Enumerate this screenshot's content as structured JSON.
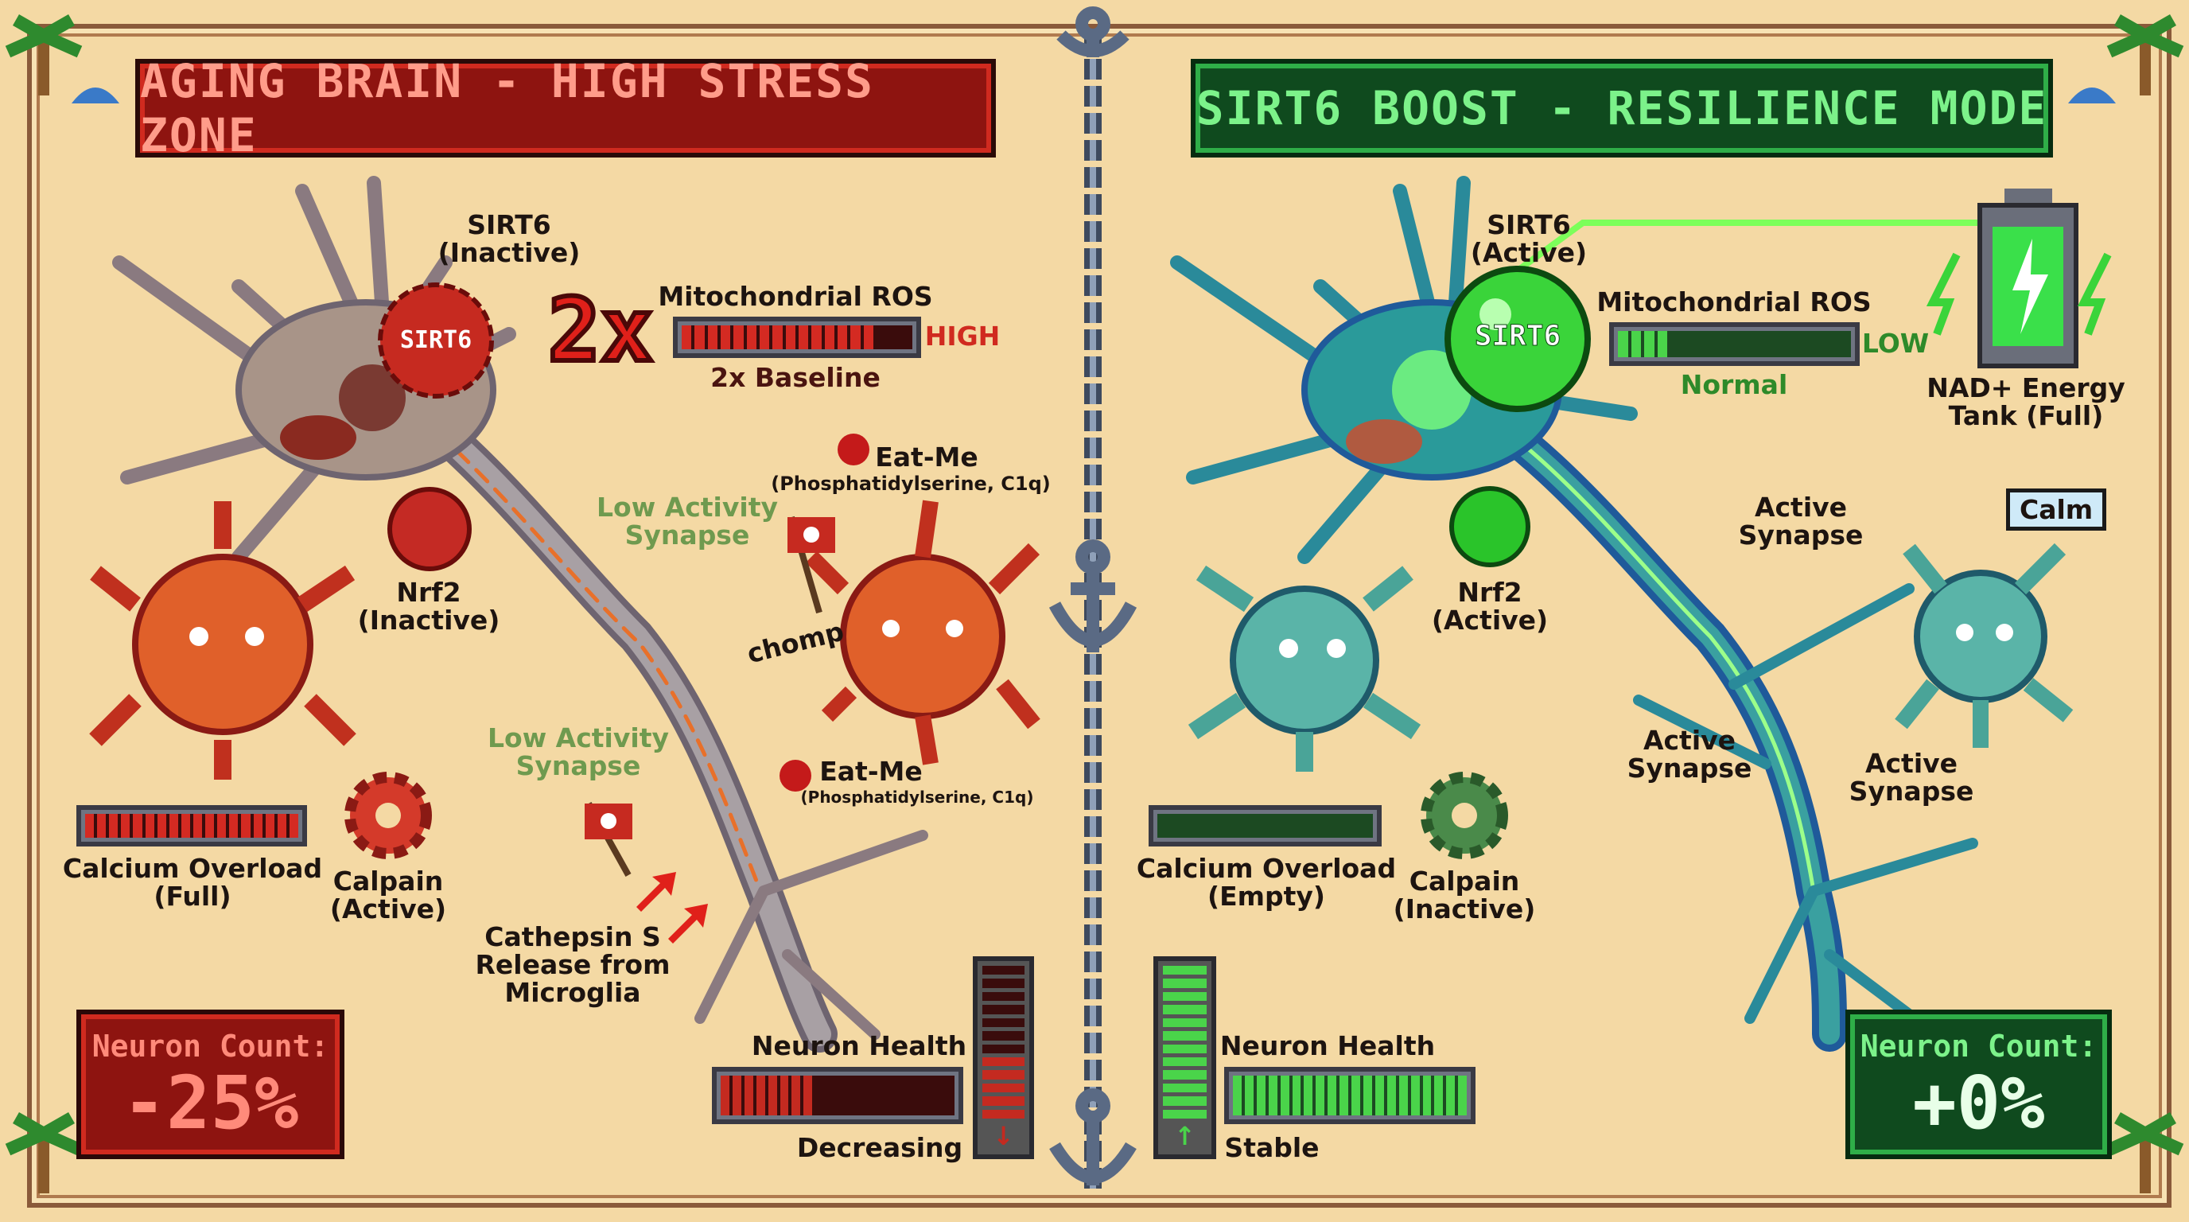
{
  "left": {
    "banner": "AGING BRAIN - HIGH STRESS ZONE",
    "sirt6_badge": "SIRT6",
    "sirt6_label": [
      "SIRT6",
      "(Inactive)"
    ],
    "multiplier": "2x",
    "ros": {
      "title": "Mitochondrial ROS",
      "level_text": "HIGH",
      "caption": "2x Baseline",
      "fill_percent": 85
    },
    "eat_me_1": {
      "title": "Eat-Me",
      "subtitle": "(Phosphatidylserine, C1q)"
    },
    "eat_me_2": {
      "title": "Eat-Me",
      "subtitle": "(Phosphatidylserine, C1q)"
    },
    "low_synapse_1": [
      "Low Activity",
      "Synapse"
    ],
    "low_synapse_2": [
      "Low Activity",
      "Synapse"
    ],
    "chomp": "chomp",
    "nrf2_label": [
      "Nrf2",
      "(Inactive)"
    ],
    "calcium": {
      "label": [
        "Calcium Overload",
        "(Full)"
      ],
      "fill_percent": 100
    },
    "calpain_label": [
      "Calpain",
      "(Active)"
    ],
    "cathepsin_label": [
      "Cathepsin S",
      "Release from",
      "Microglia"
    ],
    "neuron_count": {
      "title": "Neuron Count:",
      "value": "-25%"
    },
    "neuron_health": {
      "title": "Neuron Health",
      "status": "Decreasing",
      "fill_percent": 40
    },
    "colors": {
      "accent": "#d02a1f",
      "panel": "#8e1410"
    }
  },
  "right": {
    "banner": "SIRT6 BOOST - RESILIENCE MODE",
    "sirt6_badge": "SIRT6",
    "sirt6_label": [
      "SIRT6",
      "(Active)"
    ],
    "ros": {
      "title": "Mitochondrial ROS",
      "level_text": "LOW",
      "caption": "Normal",
      "fill_percent": 20
    },
    "nad_label": [
      "NAD+ Energy",
      "Tank (Full)"
    ],
    "calm_bubble": "Calm",
    "active_synapse_1": [
      "Active",
      "Synapse"
    ],
    "active_synapse_2": [
      "Active",
      "Synapse"
    ],
    "active_synapse_3": [
      "Active",
      "Synapse"
    ],
    "nrf2_label": [
      "Nrf2",
      "(Active)"
    ],
    "calcium": {
      "label": [
        "Calcium Overload",
        "(Empty)"
      ],
      "fill_percent": 0
    },
    "calpain_label": [
      "Calpain",
      "(Inactive)"
    ],
    "neuron_count": {
      "title": "Neuron Count:",
      "value": "+0%"
    },
    "neuron_health": {
      "title": "Neuron Health",
      "status": "Stable",
      "fill_percent": 100
    },
    "colors": {
      "accent": "#2fae48",
      "panel": "#0f4a1e"
    }
  },
  "icons": [
    "palm-tree-icon",
    "wave-icon",
    "anchor-icon",
    "chain-icon",
    "skull-icon",
    "skull-flag-icon",
    "battery-icon",
    "lightning-icon",
    "gear-icon",
    "arrow-down-icon",
    "arrow-up-icon",
    "mitochondria-icon"
  ]
}
